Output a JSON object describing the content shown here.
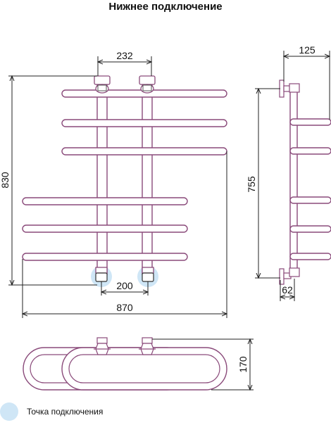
{
  "title": "Нижнее подключение",
  "dimensions": {
    "front_top_spacing": "232",
    "front_height": "830",
    "front_bottom_spacing": "200",
    "front_width": "870",
    "side_depth": "125",
    "side_height": "755",
    "side_wall_offset": "62",
    "top_depth": "170"
  },
  "legend": {
    "connection_point": "Точка подключения"
  },
  "colors": {
    "pipe_stroke": "#8a4a7a",
    "connection_highlight": "#cfe6f6",
    "dimension_line": "#222222"
  }
}
